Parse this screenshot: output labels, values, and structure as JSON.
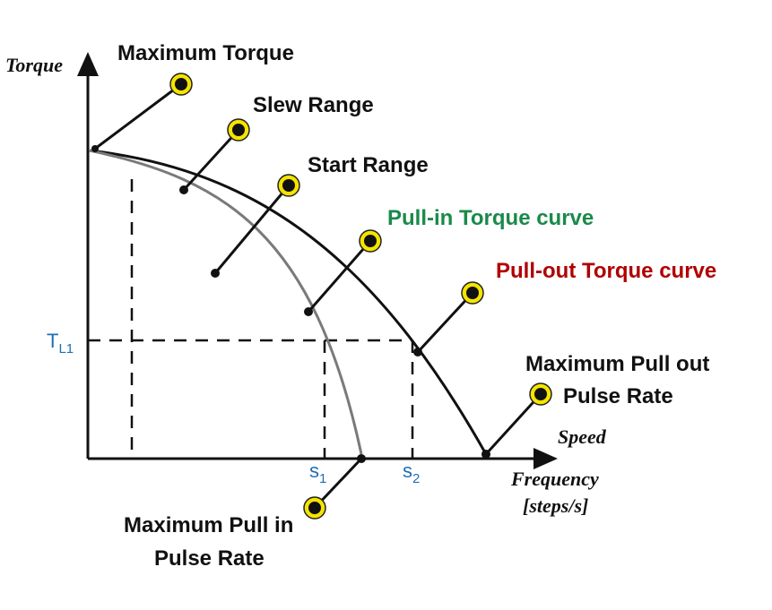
{
  "axes": {
    "y_label": "Torque",
    "x_label_top": "Speed",
    "x_label_line1": "Frequency",
    "x_label_line2": "[steps/s]"
  },
  "ticks": {
    "tl_main": "T",
    "tl_sub": "L1",
    "s1_main": "s",
    "s1_sub": "1",
    "s2_main": "s",
    "s2_sub": "2"
  },
  "callouts": {
    "max_torque": "Maximum Torque",
    "slew_range": "Slew Range",
    "start_range": "Start Range",
    "pull_in_curve": "Pull-in Torque curve",
    "pull_out_curve": "Pull-out Torque curve",
    "max_pull_out_line1": "Maximum Pull out",
    "max_pull_out_line2": "Pulse Rate",
    "max_pull_in_line1": "Maximum Pull in",
    "max_pull_in_line2": "Pulse Rate"
  },
  "colors": {
    "black": "#111111",
    "pull_in_green": "#1a8a4a",
    "pull_out_red": "#b00000",
    "tick_blue": "#1f6fb5",
    "marker_yellow": "#f5e400",
    "pull_in_curve_gray": "#7a7a7a"
  }
}
